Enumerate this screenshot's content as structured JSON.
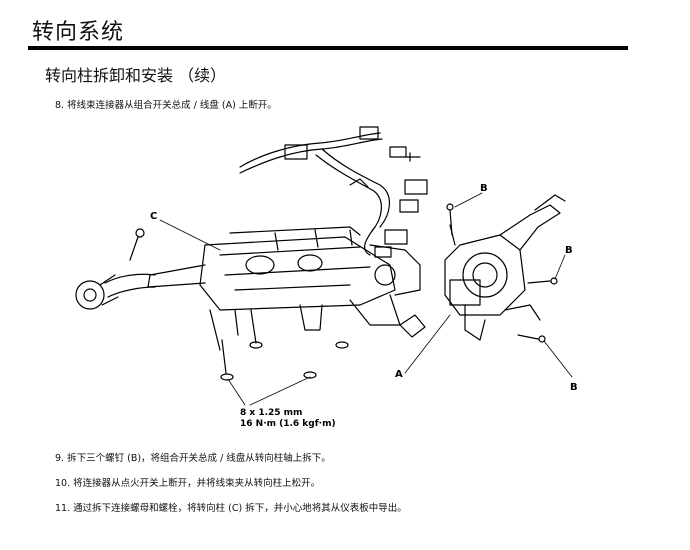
{
  "header": {
    "title": "转向系统",
    "section": "转向柱拆卸和安装 （续）"
  },
  "steps": [
    {
      "num": "8.",
      "text": "将线束连接器从组合开关总成 / 线盘 (A) 上断开。"
    },
    {
      "num": "9.",
      "text": "拆下三个螺钉 (B)，将组合开关总成 / 线盘从转向柱轴上拆下。"
    },
    {
      "num": "10.",
      "text": "将连接器从点火开关上断开，并将线束夹从转向柱上松开。"
    },
    {
      "num": "11.",
      "text": "通过拆下连接螺母和螺栓，将转向柱 (C) 拆下，并小心地将其从仪表板中导出。"
    }
  ],
  "figure": {
    "labels": {
      "a": "A",
      "b": "B",
      "c": "C"
    },
    "spec_line1": "8 x 1.25 mm",
    "spec_line2": "16 N·m (1.6 kgf·m)"
  }
}
